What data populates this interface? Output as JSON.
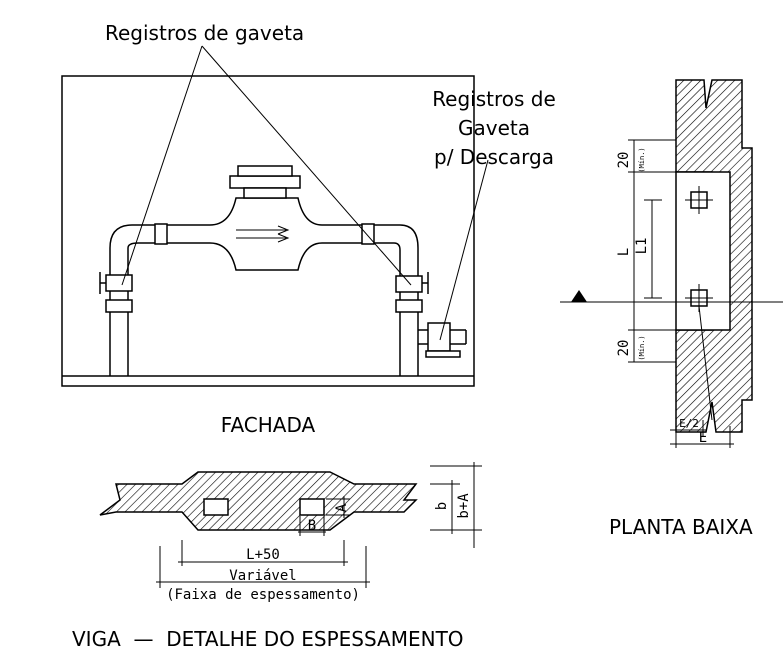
{
  "fachada": {
    "callout_gaveta": "Registros de gaveta",
    "callout_descarga_1": "Registros de",
    "callout_descarga_2": "Gaveta",
    "callout_descarga_3": "p/ Descarga",
    "title": "FACHADA"
  },
  "planta": {
    "dim_top": "20",
    "dim_top_unit": "(Mín.)",
    "dim_bottom": "20",
    "dim_bottom_unit": "(Mín.)",
    "dim_L": "L",
    "dim_L1": "L1",
    "dim_E_half": "E/2",
    "dim_E": "E",
    "title": "PLANTA BAIXA"
  },
  "viga": {
    "dim_A": "A",
    "dim_B": "B",
    "dim_b": "b",
    "dim_bA": "b+A",
    "dim_L50": "L+50",
    "dim_variavel": "Variável",
    "dim_faixa": "(Faixa de espessamento)",
    "title": "VIGA  —  DETALHE DO ESPESSAMENTO"
  }
}
